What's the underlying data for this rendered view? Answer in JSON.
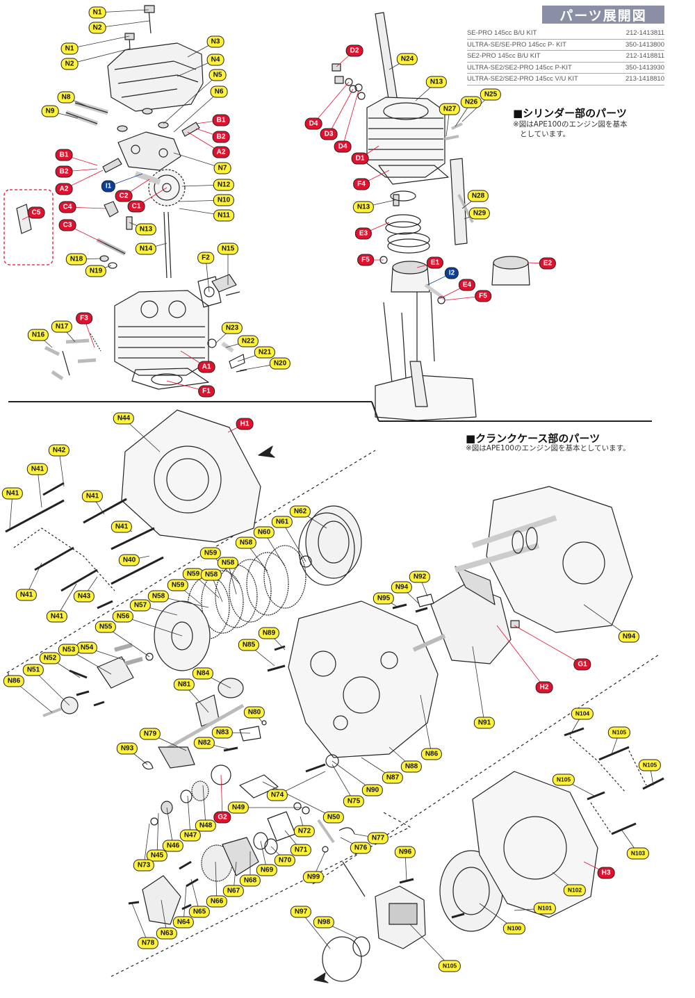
{
  "header": {
    "title": "パーツ展開図",
    "kits": [
      {
        "name": "SE-PRO 145cc B/U KIT",
        "code": "212-1413811"
      },
      {
        "name": "ULTRA-SE/SE-PRO 145cc P- KIT",
        "code": "350-1413800"
      },
      {
        "name": "SE2-PRO 145cc B/U KIT",
        "code": "212-1418811"
      },
      {
        "name": "ULTRA-SE2/SE2-PRO 145cc P-KIT",
        "code": "350-1413930"
      },
      {
        "name": "ULTRA-SE2/SE2-PRO 145cc V/U KIT",
        "code": "213-1418810"
      }
    ]
  },
  "cylinder_section": {
    "heading": "■シリンダー部のパーツ",
    "note_line1": "※図はAPE100のエンジン図を基本",
    "note_line2": "としています。"
  },
  "crankcase_section": {
    "heading": "■クランクケース部のパーツ",
    "note": "※図はAPE100のエンジン図を基本としています。"
  },
  "colors": {
    "yellow": "#fff23a",
    "red": "#e0102e",
    "blue": "#0c3e96",
    "badge_bg": "#8a8fa6"
  },
  "labels": [
    {
      "t": "N1",
      "c": "yellow"
    },
    {
      "t": "N2",
      "c": "yellow"
    },
    {
      "t": "N1",
      "c": "yellow"
    },
    {
      "t": "N2",
      "c": "yellow"
    },
    {
      "t": "N3",
      "c": "yellow"
    },
    {
      "t": "N4",
      "c": "yellow"
    },
    {
      "t": "N5",
      "c": "yellow"
    },
    {
      "t": "N6",
      "c": "yellow"
    },
    {
      "t": "N8",
      "c": "yellow"
    },
    {
      "t": "N9",
      "c": "yellow"
    },
    {
      "t": "B1",
      "c": "red"
    },
    {
      "t": "B2",
      "c": "red"
    },
    {
      "t": "A2",
      "c": "red"
    },
    {
      "t": "B1",
      "c": "red"
    },
    {
      "t": "B2",
      "c": "red"
    },
    {
      "t": "A2",
      "c": "red"
    },
    {
      "t": "N7",
      "c": "yellow"
    },
    {
      "t": "I1",
      "c": "blue"
    },
    {
      "t": "C2",
      "c": "red"
    },
    {
      "t": "N12",
      "c": "yellow"
    },
    {
      "t": "C1",
      "c": "red"
    },
    {
      "t": "N10",
      "c": "yellow"
    },
    {
      "t": "N11",
      "c": "yellow"
    },
    {
      "t": "C5",
      "c": "red"
    },
    {
      "t": "C4",
      "c": "red"
    },
    {
      "t": "C3",
      "c": "red"
    },
    {
      "t": "N13",
      "c": "yellow"
    },
    {
      "t": "N14",
      "c": "yellow"
    },
    {
      "t": "N18",
      "c": "yellow"
    },
    {
      "t": "N19",
      "c": "yellow"
    },
    {
      "t": "F2",
      "c": "yellow"
    },
    {
      "t": "N15",
      "c": "yellow"
    },
    {
      "t": "F3",
      "c": "red"
    },
    {
      "t": "N17",
      "c": "yellow"
    },
    {
      "t": "N16",
      "c": "yellow"
    },
    {
      "t": "N23",
      "c": "yellow"
    },
    {
      "t": "N22",
      "c": "yellow"
    },
    {
      "t": "N21",
      "c": "yellow"
    },
    {
      "t": "N20",
      "c": "yellow"
    },
    {
      "t": "A1",
      "c": "red"
    },
    {
      "t": "F1",
      "c": "red"
    },
    {
      "t": "D2",
      "c": "red"
    },
    {
      "t": "N24",
      "c": "yellow"
    },
    {
      "t": "N13",
      "c": "yellow"
    },
    {
      "t": "D4",
      "c": "red"
    },
    {
      "t": "D3",
      "c": "red"
    },
    {
      "t": "D4",
      "c": "red"
    },
    {
      "t": "D1",
      "c": "red"
    },
    {
      "t": "N27",
      "c": "yellow"
    },
    {
      "t": "N26",
      "c": "yellow"
    },
    {
      "t": "N25",
      "c": "yellow"
    },
    {
      "t": "F4",
      "c": "red"
    },
    {
      "t": "N28",
      "c": "yellow"
    },
    {
      "t": "N13",
      "c": "yellow"
    },
    {
      "t": "N29",
      "c": "yellow"
    },
    {
      "t": "E3",
      "c": "red"
    },
    {
      "t": "F5",
      "c": "red"
    },
    {
      "t": "E1",
      "c": "red"
    },
    {
      "t": "E2",
      "c": "red"
    },
    {
      "t": "I2",
      "c": "blue"
    },
    {
      "t": "E4",
      "c": "red"
    },
    {
      "t": "F5",
      "c": "red"
    },
    {
      "t": "N44",
      "c": "yellow"
    },
    {
      "t": "H1",
      "c": "red"
    },
    {
      "t": "N42",
      "c": "yellow"
    },
    {
      "t": "N41",
      "c": "yellow"
    },
    {
      "t": "N41",
      "c": "yellow"
    },
    {
      "t": "N41",
      "c": "yellow"
    },
    {
      "t": "N41",
      "c": "yellow"
    },
    {
      "t": "N40",
      "c": "yellow"
    },
    {
      "t": "N41",
      "c": "yellow"
    },
    {
      "t": "N43",
      "c": "yellow"
    },
    {
      "t": "N41",
      "c": "yellow"
    },
    {
      "t": "N62",
      "c": "yellow"
    },
    {
      "t": "N61",
      "c": "yellow"
    },
    {
      "t": "N60",
      "c": "yellow"
    },
    {
      "t": "N58",
      "c": "yellow"
    },
    {
      "t": "N59",
      "c": "yellow"
    },
    {
      "t": "N58",
      "c": "yellow"
    },
    {
      "t": "N59",
      "c": "yellow"
    },
    {
      "t": "N58",
      "c": "yellow"
    },
    {
      "t": "N59",
      "c": "yellow"
    },
    {
      "t": "N58",
      "c": "yellow"
    },
    {
      "t": "N57",
      "c": "yellow"
    },
    {
      "t": "N56",
      "c": "yellow"
    },
    {
      "t": "N55",
      "c": "yellow"
    },
    {
      "t": "N54",
      "c": "yellow"
    },
    {
      "t": "N53",
      "c": "yellow"
    },
    {
      "t": "N52",
      "c": "yellow"
    },
    {
      "t": "N51",
      "c": "yellow"
    },
    {
      "t": "N86",
      "c": "yellow"
    },
    {
      "t": "N89",
      "c": "yellow"
    },
    {
      "t": "N85",
      "c": "yellow"
    },
    {
      "t": "N84",
      "c": "yellow"
    },
    {
      "t": "N81",
      "c": "yellow"
    },
    {
      "t": "N80",
      "c": "yellow"
    },
    {
      "t": "N83",
      "c": "yellow"
    },
    {
      "t": "N79",
      "c": "yellow"
    },
    {
      "t": "N82",
      "c": "yellow"
    },
    {
      "t": "N93",
      "c": "yellow"
    },
    {
      "t": "N92",
      "c": "yellow"
    },
    {
      "t": "N94",
      "c": "yellow"
    },
    {
      "t": "N95",
      "c": "yellow"
    },
    {
      "t": "N94",
      "c": "yellow"
    },
    {
      "t": "G1",
      "c": "red"
    },
    {
      "t": "H2",
      "c": "red"
    },
    {
      "t": "N91",
      "c": "yellow"
    },
    {
      "t": "N86",
      "c": "yellow"
    },
    {
      "t": "N88",
      "c": "yellow"
    },
    {
      "t": "N87",
      "c": "yellow"
    },
    {
      "t": "N90",
      "c": "yellow"
    },
    {
      "t": "N75",
      "c": "yellow"
    },
    {
      "t": "N74",
      "c": "yellow"
    },
    {
      "t": "N50",
      "c": "yellow"
    },
    {
      "t": "N49",
      "c": "yellow"
    },
    {
      "t": "G2",
      "c": "red"
    },
    {
      "t": "N48",
      "c": "yellow"
    },
    {
      "t": "N47",
      "c": "yellow"
    },
    {
      "t": "N46",
      "c": "yellow"
    },
    {
      "t": "N45",
      "c": "yellow"
    },
    {
      "t": "N73",
      "c": "yellow"
    },
    {
      "t": "N72",
      "c": "yellow"
    },
    {
      "t": "N71",
      "c": "yellow"
    },
    {
      "t": "N70",
      "c": "yellow"
    },
    {
      "t": "N69",
      "c": "yellow"
    },
    {
      "t": "N68",
      "c": "yellow"
    },
    {
      "t": "N67",
      "c": "yellow"
    },
    {
      "t": "N66",
      "c": "yellow"
    },
    {
      "t": "N65",
      "c": "yellow"
    },
    {
      "t": "N64",
      "c": "yellow"
    },
    {
      "t": "N63",
      "c": "yellow"
    },
    {
      "t": "N78",
      "c": "yellow"
    },
    {
      "t": "N77",
      "c": "yellow"
    },
    {
      "t": "N76",
      "c": "yellow"
    },
    {
      "t": "N99",
      "c": "yellow"
    },
    {
      "t": "N96",
      "c": "yellow"
    },
    {
      "t": "N97",
      "c": "yellow"
    },
    {
      "t": "N98",
      "c": "yellow"
    },
    {
      "t": "N105",
      "c": "yellow"
    },
    {
      "t": "N104",
      "c": "yellow"
    },
    {
      "t": "N105",
      "c": "yellow"
    },
    {
      "t": "N105",
      "c": "yellow"
    },
    {
      "t": "N105",
      "c": "yellow"
    },
    {
      "t": "N103",
      "c": "yellow"
    },
    {
      "t": "H3",
      "c": "red"
    },
    {
      "t": "N102",
      "c": "yellow"
    },
    {
      "t": "N101",
      "c": "yellow"
    },
    {
      "t": "N100",
      "c": "yellow"
    }
  ]
}
